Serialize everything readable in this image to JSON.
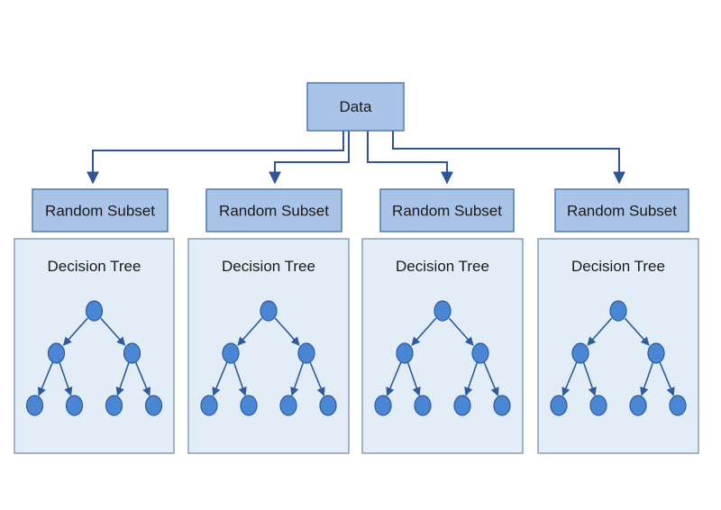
{
  "root": {
    "label": "Data"
  },
  "subsets": [
    {
      "label": "Random Subset",
      "tree_title": "Decision Tree"
    },
    {
      "label": "Random Subset",
      "tree_title": "Decision Tree"
    },
    {
      "label": "Random Subset",
      "tree_title": "Decision Tree"
    },
    {
      "label": "Random Subset",
      "tree_title": "Decision Tree"
    }
  ],
  "colors": {
    "box_fill": "#a9c4e6",
    "box_stroke": "#4d79b3",
    "panel_fill": "#e3edf8",
    "panel_stroke": "#8a9fb8",
    "node_fill": "#4a86d4",
    "node_stroke": "#2d5c9c",
    "connector": "#2f5597"
  }
}
